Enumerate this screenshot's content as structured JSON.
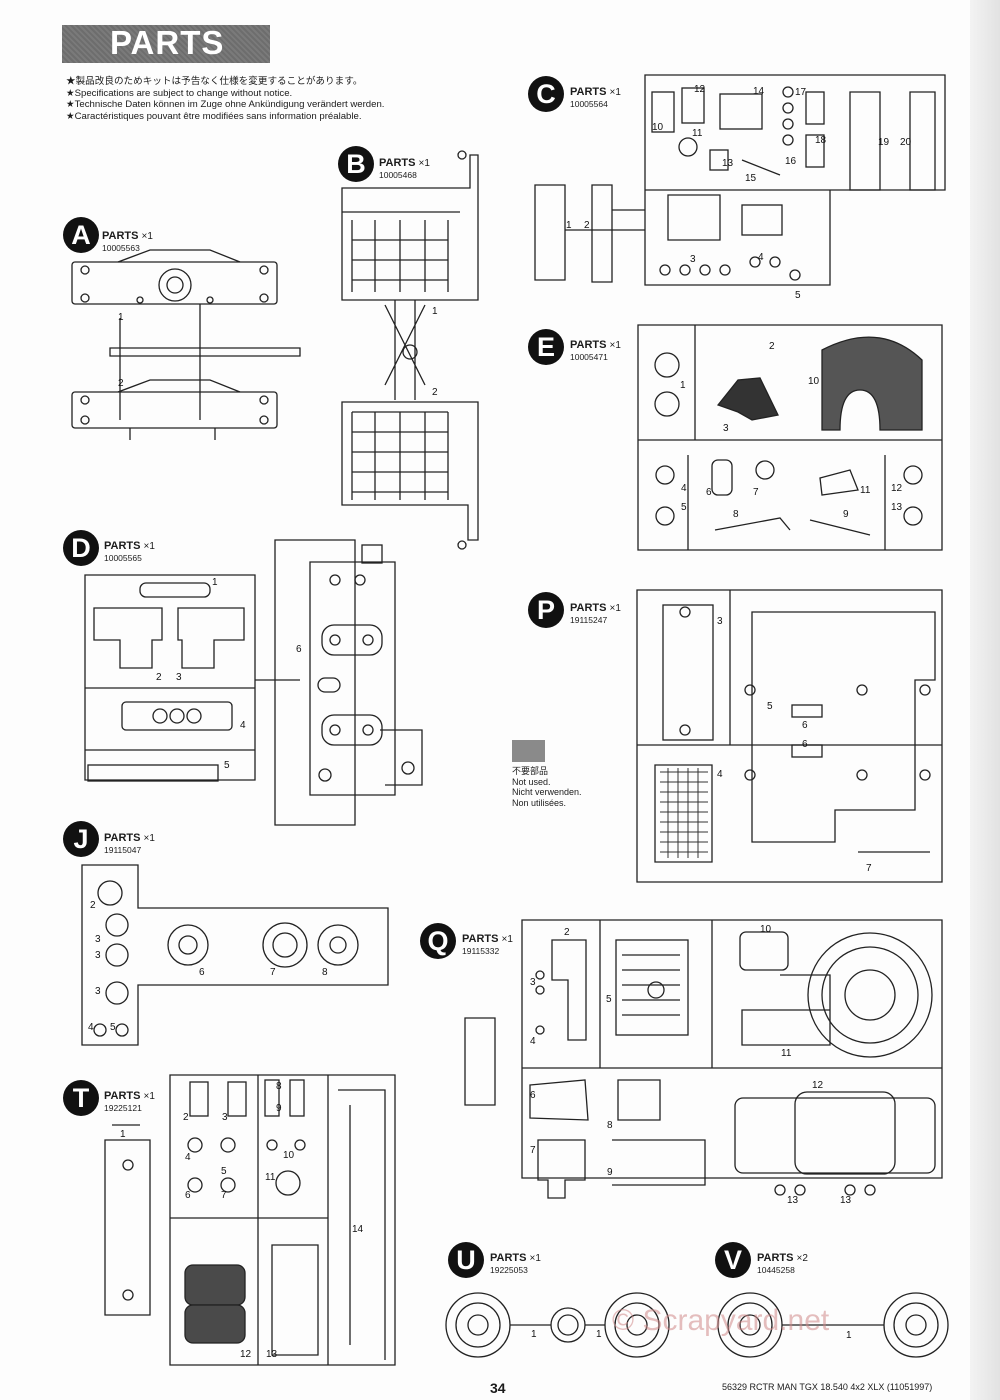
{
  "header": {
    "title": "PARTS"
  },
  "notices": [
    "★製品改良のためキットは予告なく仕様を変更することがあります。",
    "★Specifications are subject to change without notice.",
    "★Technische Daten können im Zuge ohne Ankündigung verändert werden.",
    "★Caractéristiques pouvant être modifiées sans information préalable."
  ],
  "sprues": {
    "A": {
      "letter": "A",
      "label": "PARTS",
      "qty": "×1",
      "code": "10005563"
    },
    "B": {
      "letter": "B",
      "label": "PARTS",
      "qty": "×1",
      "code": "10005468"
    },
    "C": {
      "letter": "C",
      "label": "PARTS",
      "qty": "×1",
      "code": "10005564"
    },
    "D": {
      "letter": "D",
      "label": "PARTS",
      "qty": "×1",
      "code": "10005565"
    },
    "E": {
      "letter": "E",
      "label": "PARTS",
      "qty": "×1",
      "code": "10005471"
    },
    "P": {
      "letter": "P",
      "label": "PARTS",
      "qty": "×1",
      "code": "19115247"
    },
    "J": {
      "letter": "J",
      "label": "PARTS",
      "qty": "×1",
      "code": "19115047"
    },
    "Q": {
      "letter": "Q",
      "label": "PARTS",
      "qty": "×1",
      "code": "19115332"
    },
    "T": {
      "letter": "T",
      "label": "PARTS",
      "qty": "×1",
      "code": "19225121"
    },
    "U": {
      "letter": "U",
      "label": "PARTS",
      "qty": "×1",
      "code": "19225053"
    },
    "V": {
      "letter": "V",
      "label": "PARTS",
      "qty": "×2",
      "code": "10445258"
    }
  },
  "not_used": [
    "不要部品",
    "Not used.",
    "Nicht verwenden.",
    "Non utilisées."
  ],
  "page_number": "34",
  "footer": "56329 RCTR MAN TGX 18.540 4x2 XLX (11051997)",
  "watermark": "© Scrapyard.net"
}
